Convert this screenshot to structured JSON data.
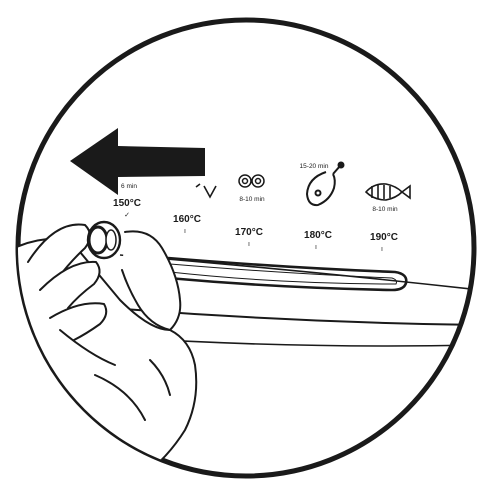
{
  "illustration": {
    "colors": {
      "ink": "#1a1a1a",
      "background": "#ffffff"
    },
    "arrow": {
      "direction": "left"
    },
    "settings": [
      {
        "icon": "none-icon",
        "time": "6 min",
        "temperature": "150°C",
        "tick": "✓"
      },
      {
        "icon": "fries-icon",
        "time": "",
        "temperature": "160°C",
        "tick": "ı"
      },
      {
        "icon": "steak-icon",
        "time": "8-10 min",
        "temperature": "170°C",
        "tick": "ı"
      },
      {
        "icon": "chicken-leg-icon",
        "time": "15-20 min",
        "temperature": "180°C",
        "tick": "ı"
      },
      {
        "icon": "fish-icon",
        "time": "8-10 min",
        "temperature": "190°C",
        "tick": "ı"
      }
    ]
  }
}
